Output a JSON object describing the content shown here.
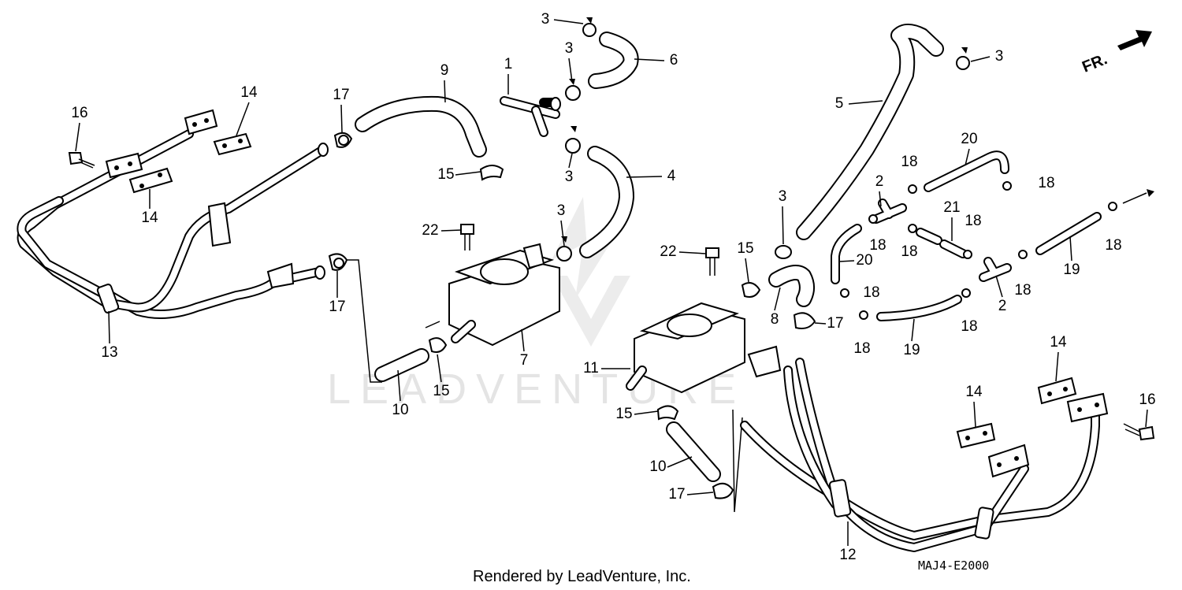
{
  "diagram": {
    "watermark": "LEADVENTURE",
    "footer": "Rendered by LeadVenture, Inc.",
    "code": "MAJ4-E2000",
    "direction_label": "FR.",
    "callouts": [
      {
        "id": "c1",
        "label": "1"
      },
      {
        "id": "c2a",
        "label": "2"
      },
      {
        "id": "c2b",
        "label": "2"
      },
      {
        "id": "c3a",
        "label": "3"
      },
      {
        "id": "c3b",
        "label": "3"
      },
      {
        "id": "c3c",
        "label": "3"
      },
      {
        "id": "c3d",
        "label": "3"
      },
      {
        "id": "c3e",
        "label": "3"
      },
      {
        "id": "c3f",
        "label": "3"
      },
      {
        "id": "c4",
        "label": "4"
      },
      {
        "id": "c5",
        "label": "5"
      },
      {
        "id": "c6",
        "label": "6"
      },
      {
        "id": "c7",
        "label": "7"
      },
      {
        "id": "c8",
        "label": "8"
      },
      {
        "id": "c9",
        "label": "9"
      },
      {
        "id": "c10a",
        "label": "10"
      },
      {
        "id": "c10b",
        "label": "10"
      },
      {
        "id": "c11",
        "label": "11"
      },
      {
        "id": "c12",
        "label": "12"
      },
      {
        "id": "c13",
        "label": "13"
      },
      {
        "id": "c14a",
        "label": "14"
      },
      {
        "id": "c14b",
        "label": "14"
      },
      {
        "id": "c14c",
        "label": "14"
      },
      {
        "id": "c14d",
        "label": "14"
      },
      {
        "id": "c15a",
        "label": "15"
      },
      {
        "id": "c15b",
        "label": "15"
      },
      {
        "id": "c15c",
        "label": "15"
      },
      {
        "id": "c15d",
        "label": "15"
      },
      {
        "id": "c16a",
        "label": "16"
      },
      {
        "id": "c16b",
        "label": "16"
      },
      {
        "id": "c17a",
        "label": "17"
      },
      {
        "id": "c17b",
        "label": "17"
      },
      {
        "id": "c17c",
        "label": "17"
      },
      {
        "id": "c17d",
        "label": "17"
      },
      {
        "id": "c18a",
        "label": "18"
      },
      {
        "id": "c18b",
        "label": "18"
      },
      {
        "id": "c18c",
        "label": "18"
      },
      {
        "id": "c18d",
        "label": "18"
      },
      {
        "id": "c18e",
        "label": "18"
      },
      {
        "id": "c18f",
        "label": "18"
      },
      {
        "id": "c18g",
        "label": "18"
      },
      {
        "id": "c18h",
        "label": "18"
      },
      {
        "id": "c18i",
        "label": "18"
      },
      {
        "id": "c18j",
        "label": "18"
      },
      {
        "id": "c19a",
        "label": "19"
      },
      {
        "id": "c19b",
        "label": "19"
      },
      {
        "id": "c20a",
        "label": "20"
      },
      {
        "id": "c20b",
        "label": "20"
      },
      {
        "id": "c21",
        "label": "21"
      },
      {
        "id": "c22a",
        "label": "22"
      },
      {
        "id": "c22b",
        "label": "22"
      }
    ]
  }
}
